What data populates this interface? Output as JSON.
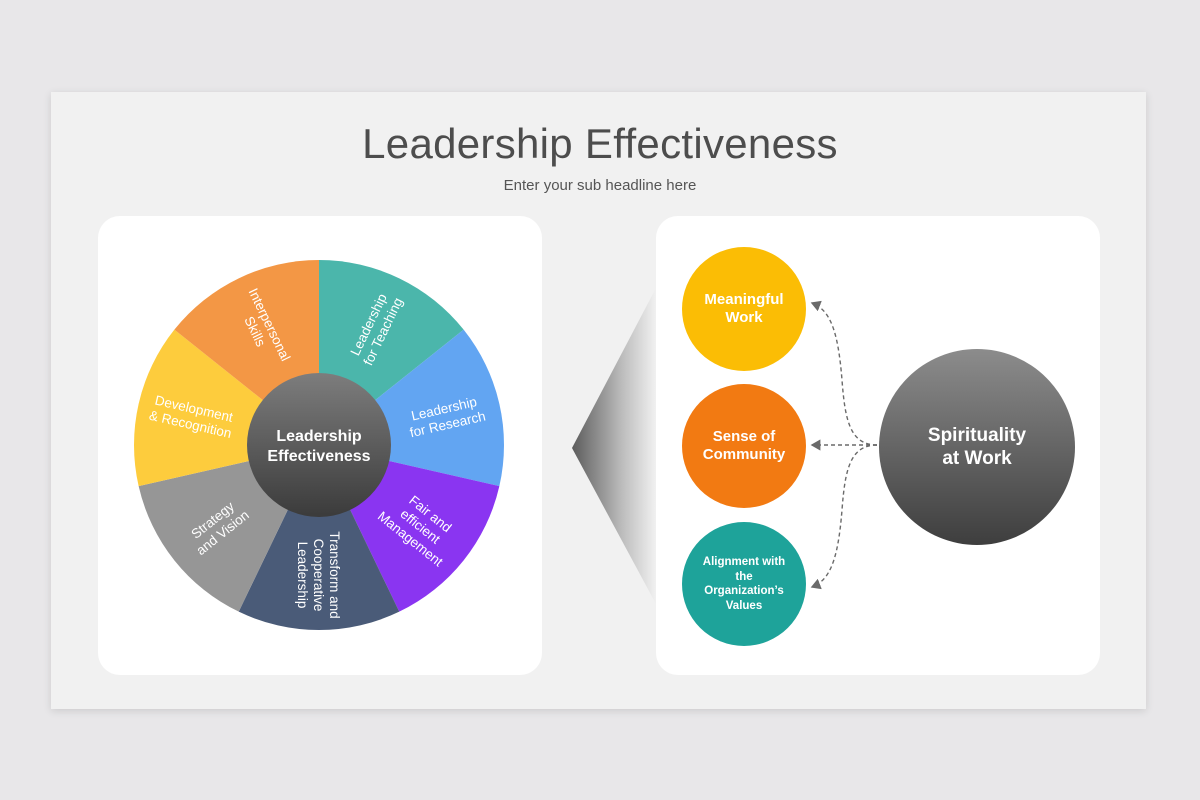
{
  "header": {
    "title": "Leadership Effectiveness",
    "subtitle": "Enter your sub headline here"
  },
  "wheel": {
    "center_label": [
      "Leadership",
      "Effectiveness"
    ],
    "segments": [
      {
        "label": [
          "Leadership",
          "for Teaching"
        ],
        "color": "#4bb6ab",
        "name": "segment-leadership-for-teaching"
      },
      {
        "label": [
          "Leadership",
          "for Research"
        ],
        "color": "#62a5f2",
        "name": "segment-leadership-for-research"
      },
      {
        "label": [
          "Fair and",
          "efficient",
          "Management"
        ],
        "color": "#8a35f1",
        "name": "segment-fair-efficient-management"
      },
      {
        "label": [
          "Transform and",
          "Cooperative",
          "Leadership"
        ],
        "color": "#4a5b78",
        "name": "segment-transform-cooperative-leadership"
      },
      {
        "label": [
          "Strategy",
          "and Vision"
        ],
        "color": "#969696",
        "name": "segment-strategy-vision"
      },
      {
        "label": [
          "Development",
          "& Recognition"
        ],
        "color": "#fdcc3d",
        "name": "segment-development-recognition"
      },
      {
        "label": [
          "Interpersonal",
          "Skills"
        ],
        "color": "#f39745",
        "name": "segment-interpersonal-skills"
      }
    ]
  },
  "spirituality": {
    "center": [
      "Spirituality",
      "at Work"
    ],
    "nodes": [
      {
        "label": [
          "Meaningful",
          "Work"
        ],
        "color": "#fbbd05"
      },
      {
        "label": [
          "Sense of",
          "Community"
        ],
        "color": "#f27a12"
      },
      {
        "label": [
          "Alignment with",
          "the",
          "Organization’s",
          "Values"
        ],
        "color": "#1ea39a"
      }
    ]
  }
}
